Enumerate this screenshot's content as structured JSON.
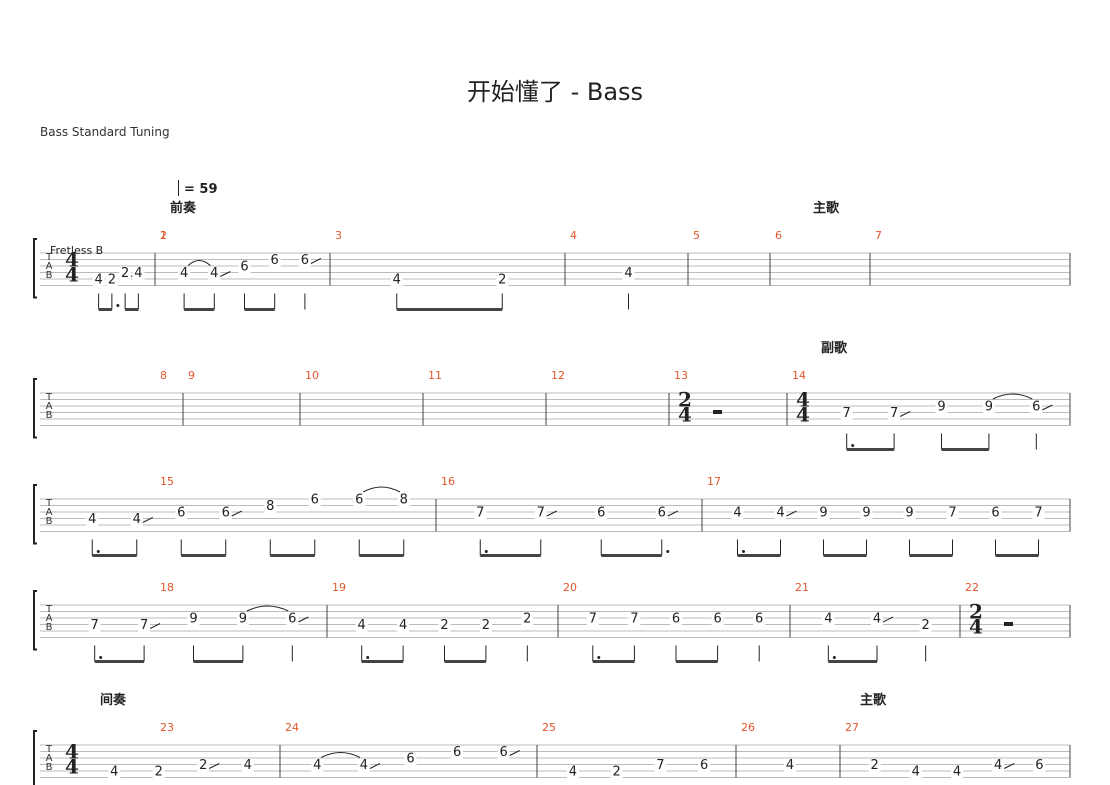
{
  "title": "开始懂了 - Bass",
  "tuning": "Bass Standard Tuning",
  "tempo": "= 59",
  "instrument": "Fretless B",
  "tab_letters": [
    "T",
    "A",
    "B"
  ],
  "sections": [
    {
      "label": "前奏",
      "system": 0,
      "x": 0
    },
    {
      "label": "主歌",
      "system": 0,
      "x": 0
    },
    {
      "label": "副歌",
      "system": 1,
      "x": 0
    },
    {
      "label": "间奏",
      "system": 4,
      "x": 0
    },
    {
      "label": "主歌",
      "system": 4,
      "x": 0
    }
  ],
  "systems": [
    {
      "measures": [
        {
          "num": "1",
          "ts": [
            "4",
            "4"
          ],
          "notes": [
            {
              "fret": "4",
              "string": 4
            },
            {
              "fret": "2",
              "string": 4,
              "dot": true
            },
            {
              "fret": "2",
              "string": 3,
              "slide": true
            },
            {
              "fret": "4",
              "string": 3
            }
          ]
        },
        {
          "num": "2",
          "notes": [
            {
              "fret": "4",
              "string": 3,
              "tie": true
            },
            {
              "fret": "4",
              "string": 3,
              "slide": true
            },
            {
              "fret": "6",
              "string": 2
            },
            {
              "fret": "6",
              "string": 1
            },
            {
              "fret": "6",
              "string": 1,
              "slide": true
            }
          ]
        },
        {
          "num": "3",
          "notes": [
            {
              "fret": "4",
              "string": 4
            },
            {
              "fret": "2",
              "string": 4
            }
          ]
        },
        {
          "num": "4",
          "notes": [
            {
              "fret": "4",
              "string": 3
            }
          ]
        },
        {
          "num": "5",
          "notes": []
        },
        {
          "num": "6",
          "notes": []
        },
        {
          "num": "7",
          "notes": []
        }
      ]
    },
    {
      "measures": [
        {
          "num": "8",
          "notes": []
        },
        {
          "num": "9",
          "notes": []
        },
        {
          "num": "10",
          "notes": []
        },
        {
          "num": "11",
          "notes": []
        },
        {
          "num": "12",
          "notes": []
        },
        {
          "num": "13",
          "ts": [
            "2",
            "4"
          ],
          "rest": true,
          "notes": []
        },
        {
          "num": "14",
          "ts": [
            "4",
            "4"
          ],
          "notes": [
            {
              "fret": "7",
              "string": 3,
              "dot": true
            },
            {
              "fret": "7",
              "string": 3,
              "slide": true
            },
            {
              "fret": "9",
              "string": 2
            },
            {
              "fret": "9",
              "string": 2,
              "tie": true
            },
            {
              "fret": "6",
              "string": 2,
              "slide": true
            }
          ]
        }
      ]
    },
    {
      "measures": [
        {
          "num": "15",
          "notes": [
            {
              "fret": "4",
              "string": 3,
              "dot": true
            },
            {
              "fret": "4",
              "string": 3,
              "slide": true
            },
            {
              "fret": "6",
              "string": 2
            },
            {
              "fret": "6",
              "string": 2,
              "slide": true
            },
            {
              "fret": "8",
              "string": 1
            },
            {
              "fret": "6",
              "string": 0
            },
            {
              "fret": "6",
              "string": 0,
              "tie": true
            },
            {
              "fret": "8",
              "string": 0
            }
          ]
        },
        {
          "num": "16",
          "notes": [
            {
              "fret": "7",
              "string": 2,
              "dot": true
            },
            {
              "fret": "7",
              "string": 2,
              "slide": true
            },
            {
              "fret": "6",
              "string": 2
            },
            {
              "fret": "6",
              "string": 2,
              "dot": true,
              "slide": true
            }
          ]
        },
        {
          "num": "17",
          "notes": [
            {
              "fret": "4",
              "string": 2,
              "dot": true
            },
            {
              "fret": "4",
              "string": 2,
              "slide": true
            },
            {
              "fret": "9",
              "string": 2
            },
            {
              "fret": "9",
              "string": 2
            },
            {
              "fret": "9",
              "string": 2
            },
            {
              "fret": "7",
              "string": 2
            },
            {
              "fret": "6",
              "string": 2
            },
            {
              "fret": "7",
              "string": 2
            }
          ]
        }
      ]
    },
    {
      "measures": [
        {
          "num": "18",
          "notes": [
            {
              "fret": "7",
              "string": 3,
              "dot": true
            },
            {
              "fret": "7",
              "string": 3,
              "slide": true
            },
            {
              "fret": "9",
              "string": 2
            },
            {
              "fret": "9",
              "string": 2,
              "tie": true
            },
            {
              "fret": "6",
              "string": 2,
              "slide": true
            }
          ]
        },
        {
          "num": "19",
          "notes": [
            {
              "fret": "4",
              "string": 3,
              "dot": true
            },
            {
              "fret": "4",
              "string": 3
            },
            {
              "fret": "2",
              "string": 3
            },
            {
              "fret": "2",
              "string": 3
            },
            {
              "fret": "2",
              "string": 2
            }
          ]
        },
        {
          "num": "20",
          "notes": [
            {
              "fret": "7",
              "string": 2,
              "dot": true
            },
            {
              "fret": "7",
              "string": 2
            },
            {
              "fret": "6",
              "string": 2
            },
            {
              "fret": "6",
              "string": 2
            },
            {
              "fret": "6",
              "string": 2
            }
          ]
        },
        {
          "num": "21",
          "notes": [
            {
              "fret": "4",
              "string": 2,
              "dot": true
            },
            {
              "fret": "4",
              "string": 2,
              "slide": true
            },
            {
              "fret": "2",
              "string": 3
            }
          ]
        },
        {
          "num": "22",
          "ts": [
            "2",
            "4"
          ],
          "rest": true,
          "notes": []
        }
      ]
    },
    {
      "measures": [
        {
          "num": "23",
          "ts": [
            "4",
            "4"
          ],
          "notes": [
            {
              "fret": "4",
              "string": 4
            },
            {
              "fret": "2",
              "string": 4
            },
            {
              "fret": "2",
              "string": 3,
              "slide": true
            },
            {
              "fret": "4",
              "string": 3
            }
          ]
        },
        {
          "num": "24",
          "notes": [
            {
              "fret": "4",
              "string": 3,
              "tie": true
            },
            {
              "fret": "4",
              "string": 3,
              "slide": true
            },
            {
              "fret": "6",
              "string": 2
            },
            {
              "fret": "6",
              "string": 1
            },
            {
              "fret": "6",
              "string": 1,
              "slide": true
            }
          ]
        },
        {
          "num": "25",
          "notes": [
            {
              "fret": "4",
              "string": 4
            },
            {
              "fret": "2",
              "string": 4
            },
            {
              "fret": "7",
              "string": 3
            },
            {
              "fret": "6",
              "string": 3
            }
          ]
        },
        {
          "num": "26",
          "notes": [
            {
              "fret": "4",
              "string": 3
            }
          ]
        },
        {
          "num": "27",
          "notes": [
            {
              "fret": "2",
              "string": 3
            },
            {
              "fret": "4",
              "string": 4
            },
            {
              "fret": "4",
              "string": 4
            },
            {
              "fret": "4",
              "string": 3,
              "slide": true
            },
            {
              "fret": "6",
              "string": 3
            }
          ]
        }
      ]
    }
  ]
}
